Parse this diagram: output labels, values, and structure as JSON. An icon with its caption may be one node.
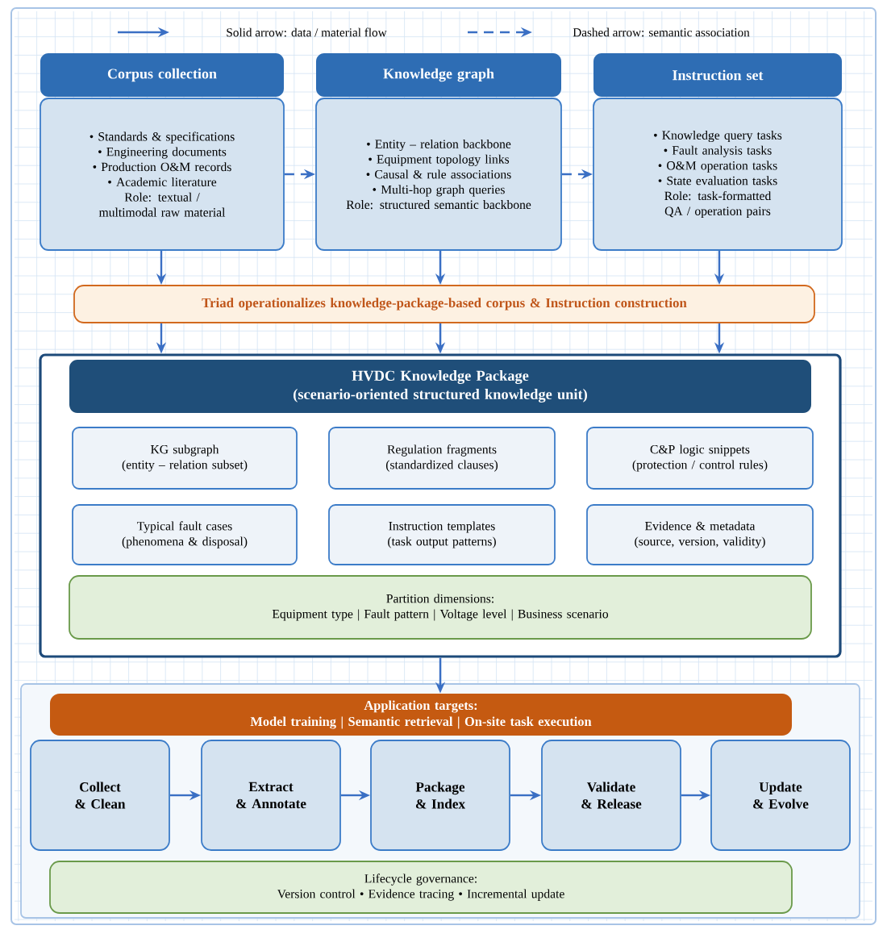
{
  "diagram": {
    "nodes": [
      {
        "text": [
          "Corpus collection",
          "• Standards & specifications",
          "• Engineering documents",
          "• Production O&M records",
          "• Academic literature",
          "Role: textual / multimodal raw material"
        ]
      },
      {
        "text": [
          "Knowledge graph",
          "• Entity – relation backbone",
          "• Equipment topology links",
          "• Causal & rule associations",
          "• Multi-hop graph queries",
          "Role: structured semantic backbone"
        ]
      },
      {
        "text": [
          "Instruction set",
          "• Knowledge query tasks",
          "• Fault analysis tasks",
          "• O&M operation tasks",
          "• State evaluation tasks",
          "Role: task-formatted QA / operation pairs"
        ]
      },
      {
        "text": [
          "Triad operationalizes knowledge-package-based corpus & Instruction construction"
        ]
      },
      {
        "text": [
          "HVDC Knowledge Package",
          "(scenario-oriented structured knowledge unit)"
        ]
      },
      {
        "text": [
          "KG subgraph",
          "(entity – relation subset)"
        ],
        "in": 4
      },
      {
        "text": [
          "Regulation fragments",
          "(standardized clauses)"
        ],
        "in": 4
      },
      {
        "text": [
          "C&P logic snippets",
          "(protection / control rules)"
        ],
        "in": 4
      },
      {
        "text": [
          "Typical fault cases",
          "(phenomena & disposal)"
        ],
        "in": 4
      },
      {
        "text": [
          "Instruction templates",
          "(task output patterns)"
        ],
        "in": 4
      },
      {
        "text": [
          "Evidence & metadata",
          "(source, version, validity)"
        ],
        "in": 4
      },
      {
        "text": [
          "Partition dimensions:",
          "Equipment type  |  Fault pattern  |  Voltage level  |  Business scenario"
        ],
        "in": 4
      },
      {
        "text": [],
        "shape": "box"
      },
      {
        "text": [
          "Application targets:",
          "Model training  |  Semantic retrieval  |  On-site task execution"
        ],
        "in": 12
      },
      {
        "text": [
          "Collect",
          "& Clean"
        ],
        "in": 12
      },
      {
        "text": [
          "Extract",
          "& Annotate"
        ],
        "in": 12
      },
      {
        "text": [
          "Package",
          "& Index"
        ],
        "in": 12
      },
      {
        "text": [
          "Validate",
          "& Release"
        ],
        "in": 12
      },
      {
        "text": [
          "Update",
          "& Evolve"
        ],
        "in": 12
      },
      {
        "text": [
          "Lifecycle governance:",
          "Version control  •  Evidence tracing  •  Incremental update"
        ],
        "in": 12
      }
    ],
    "edges": [
      {
        "from": 0,
        "to": 1,
        "arrow": "to",
        "style": "dashed"
      },
      {
        "from": 1,
        "to": 2,
        "arrow": "to",
        "style": "dashed"
      },
      {
        "from": 0,
        "to": 3,
        "arrow": "to"
      },
      {
        "from": 1,
        "to": 3,
        "arrow": "to"
      },
      {
        "from": 2,
        "to": 3,
        "arrow": "to"
      },
      {
        "from": 3,
        "to": 4,
        "arrow": "to"
      },
      {
        "from": 3,
        "to": 4,
        "arrow": "to"
      },
      {
        "from": 3,
        "to": 4,
        "arrow": "to"
      },
      {
        "from": 4,
        "to": 13,
        "arrow": "to"
      },
      {
        "from": 14,
        "to": 15,
        "arrow": "to"
      },
      {
        "from": 15,
        "to": 16,
        "arrow": "to"
      },
      {
        "from": 16,
        "to": 17,
        "arrow": "to"
      },
      {
        "from": 17,
        "to": 18,
        "arrow": "to"
      }
    ],
    "legend": [
      {
        "text": "Solid arrow: data / material flow"
      },
      {
        "text": "Dashed arrow: semantic association"
      }
    ]
  }
}
